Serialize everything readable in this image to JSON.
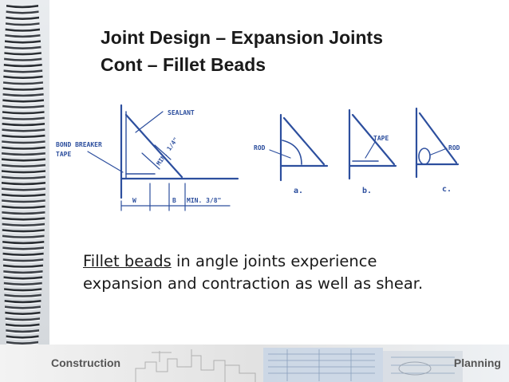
{
  "slide": {
    "title_line1": "Joint Design – Expansion Joints",
    "title_line2": "Cont – Fillet Beads",
    "body_underlined": "Fillet beads",
    "body_rest_line1": " in angle joints experience",
    "body_line2": "expansion and contraction as well as shear.",
    "footer_left": "Construction",
    "footer_right": "Planning"
  },
  "sketch": {
    "sealant": "SEALANT",
    "bond_breaker": "BOND BREAKER",
    "tape_left": "TAPE",
    "min_quarter": "MIN. 1/4\"",
    "w": "W",
    "b": "B",
    "min_three_eighths": "MIN. 3/8\"",
    "rod_a": "ROD",
    "label_a": "a.",
    "tape_b": "TAPE",
    "label_b": "b.",
    "rod_c": "ROD",
    "label_c": "c."
  },
  "colors": {
    "ink": "#2d4f9e",
    "title": "#1a1a1a",
    "footer_text": "#555555"
  }
}
